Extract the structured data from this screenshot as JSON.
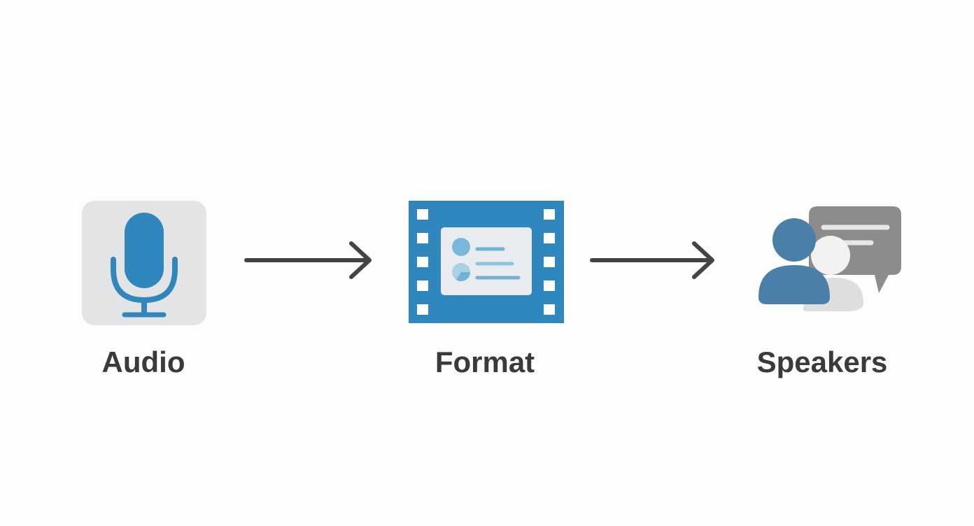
{
  "steps": [
    {
      "label": "Audio",
      "icon": "microphone-icon"
    },
    {
      "label": "Format",
      "icon": "film-document-icon"
    },
    {
      "label": "Speakers",
      "icon": "speakers-chat-icon"
    }
  ],
  "colors": {
    "primary_blue": "#2f87bd",
    "speaker_blue": "#4a7fa8",
    "gray": "#8c8c8c",
    "tile_bg": "#e3e4e6",
    "text": "#3a3a3a",
    "arrow": "#444444"
  }
}
